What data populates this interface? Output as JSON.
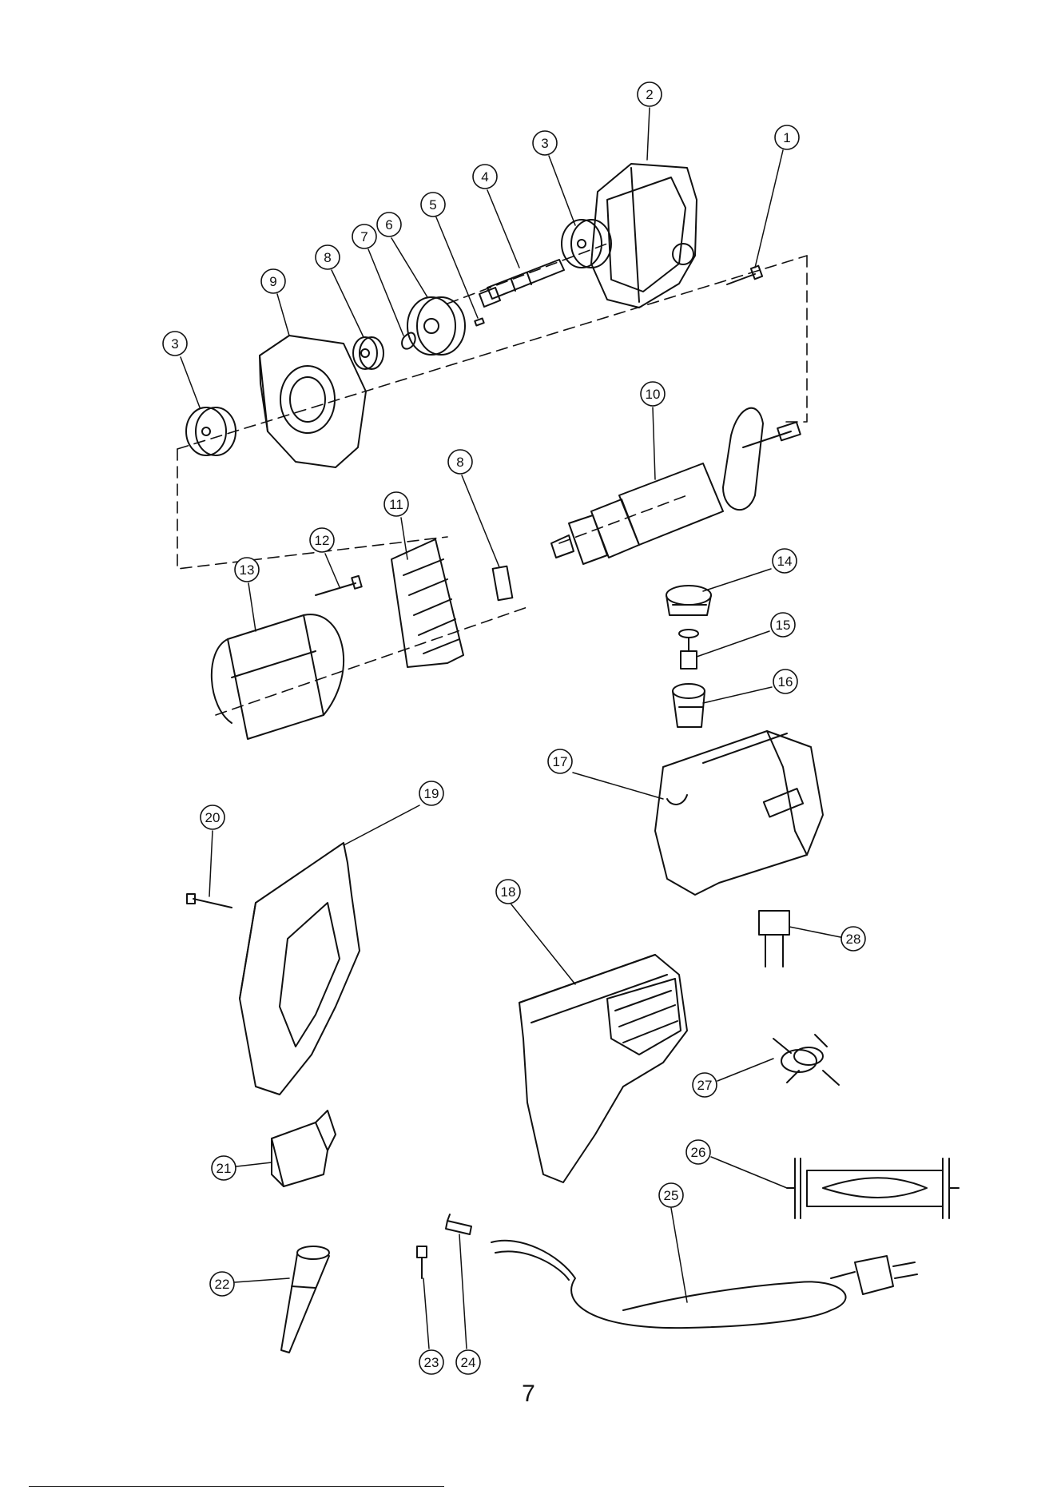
{
  "page": {
    "number": "7"
  },
  "parts": [
    {
      "id": "1",
      "label": "1"
    },
    {
      "id": "2",
      "label": "2"
    },
    {
      "id": "3a",
      "label": "3"
    },
    {
      "id": "4",
      "label": "4"
    },
    {
      "id": "5",
      "label": "5"
    },
    {
      "id": "6",
      "label": "6"
    },
    {
      "id": "7",
      "label": "7"
    },
    {
      "id": "8a",
      "label": "8"
    },
    {
      "id": "9",
      "label": "9"
    },
    {
      "id": "3b",
      "label": "3"
    },
    {
      "id": "10",
      "label": "10"
    },
    {
      "id": "11",
      "label": "11"
    },
    {
      "id": "8b",
      "label": "8"
    },
    {
      "id": "12",
      "label": "12"
    },
    {
      "id": "13",
      "label": "13"
    },
    {
      "id": "14",
      "label": "14"
    },
    {
      "id": "15",
      "label": "15"
    },
    {
      "id": "16",
      "label": "16"
    },
    {
      "id": "17",
      "label": "17"
    },
    {
      "id": "19",
      "label": "19"
    },
    {
      "id": "20",
      "label": "20"
    },
    {
      "id": "18",
      "label": "18"
    },
    {
      "id": "28",
      "label": "28"
    },
    {
      "id": "27",
      "label": "27"
    },
    {
      "id": "21",
      "label": "21"
    },
    {
      "id": "26",
      "label": "26"
    },
    {
      "id": "22",
      "label": "22"
    },
    {
      "id": "23",
      "label": "23"
    },
    {
      "id": "24",
      "label": "24"
    },
    {
      "id": "25",
      "label": "25"
    }
  ]
}
